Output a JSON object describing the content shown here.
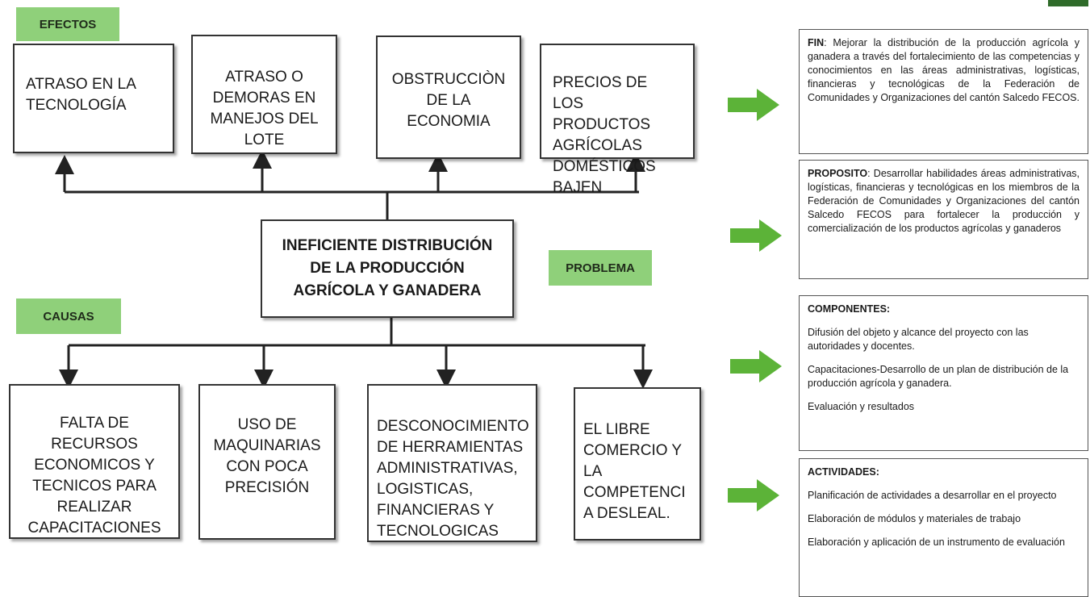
{
  "labels": {
    "efectos": "EFECTOS",
    "causas": "CAUSAS",
    "problema_tag": "PROBLEMA"
  },
  "problem": "INEFICIENTE DISTRIBUCIÓN\nDE LA PRODUCCIÓN\nAGRÍCOLA Y GANADERA",
  "effects": [
    "ATRASO EN LA\nTECNOLOGÍA",
    "ATRASO O\nDEMORAS EN\nMANEJOS DEL\nLOTE",
    "OBSTRUCCIÒN\nDE LA\nECONOMIA",
    "PRECIOS DE LOS\nPRODUCTOS\nAGRÍCOLAS\nDOMÉSTICOS\nBAJEN"
  ],
  "causes": [
    "FALTA DE\nRECURSOS\nECONOMICOS Y\nTECNICOS PARA\nREALIZAR\nCAPACITACIONES",
    "USO DE\nMAQUINARIAS\nCON POCA\nPRECISIÓN",
    "DESCONOCIMIENTO\nDE HERRAMIENTAS\nADMINISTRATIVAS,\nLOGISTICAS,\nFINANCIERAS Y\nTECNOLOGICAS",
    "EL LIBRE\nCOMERCIO Y\nLA\nCOMPETENCI\nA DESLEAL."
  ],
  "fin": {
    "heading": "FIN",
    "text": ": Mejorar la distribución de la producción agrícola y ganadera a través del fortalecimiento de las competencias y conocimientos en las áreas administrativas, logísticas, financieras y tecnológicas de la Federación de Comunidades y Organizaciones del cantón Salcedo FECOS."
  },
  "proposito": {
    "heading": "PROPOSITO",
    "text": ": Desarrollar habilidades áreas administrativas, logísticas, financieras y tecnológicas en los miembros de la Federación de Comunidades y Organizaciones del cantón Salcedo FECOS para fortalecer la producción y comercialización de los productos agrícolas y ganaderos"
  },
  "componentes": {
    "heading": "COMPONENTES:",
    "items": [
      "Difusión del objeto y alcance del proyecto con las autoridades y docentes.",
      "Capacitaciones-Desarrollo de un plan de distribución de la producción agrícola y ganadera.",
      "Evaluación y resultados"
    ]
  },
  "actividades": {
    "heading": "ACTIVIDADES:",
    "items": [
      "Planificación de actividades a desarrollar en el proyecto",
      "Elaboración de módulos y materiales de trabajo",
      "Elaboración y aplicación de un instrumento de evaluación"
    ]
  },
  "colors": {
    "tag_green": "#8fd07a",
    "arrow_green": "#5cb338",
    "corner_logo": "#2f6b2a"
  }
}
